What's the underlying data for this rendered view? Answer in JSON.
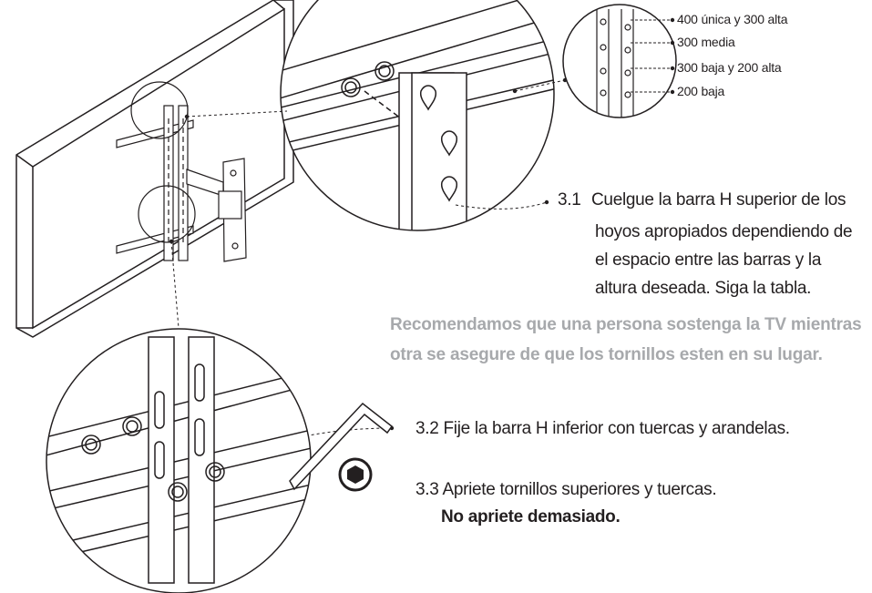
{
  "legend": {
    "item1": "400 única y 300 alta",
    "item2": "300 media",
    "item3": "300 baja y 200 alta",
    "item4": "200 baja"
  },
  "step31": {
    "number": "3.1",
    "line1": "Cuelgue la barra H superior de los",
    "line2": "hoyos apropiados dependiendo de",
    "line3": "el espacio entre las barras y la",
    "line4": "altura deseada. Siga la tabla."
  },
  "note": {
    "line1": "Recomendamos que una persona sostenga la TV mientras",
    "line2": "otra se asegure de que los tornillos esten en su lugar."
  },
  "step32": {
    "text": "3.2 Fije la barra H inferior con tuercas y arandelas."
  },
  "step33": {
    "text": "3.3 Apriete tornillos superiores y tuercas.",
    "warning": "No apriete demasiado."
  }
}
